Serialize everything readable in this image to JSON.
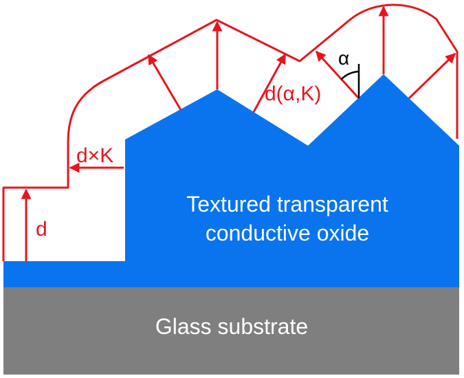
{
  "labels": {
    "tco_line1": "Textured transparent",
    "tco_line2": "conductive oxide",
    "glass": "Glass substrate",
    "d": "d",
    "dxk": "d×K",
    "d_alpha_k": "d(α,K)",
    "alpha": "α"
  },
  "colors": {
    "tco": "#0a74ee",
    "glass": "#7f7f7f",
    "film": "#e8141d",
    "text_on_fill": "#ffffff",
    "angle_mark": "#000000"
  },
  "icons": {
    "arrow": "arrowhead"
  }
}
